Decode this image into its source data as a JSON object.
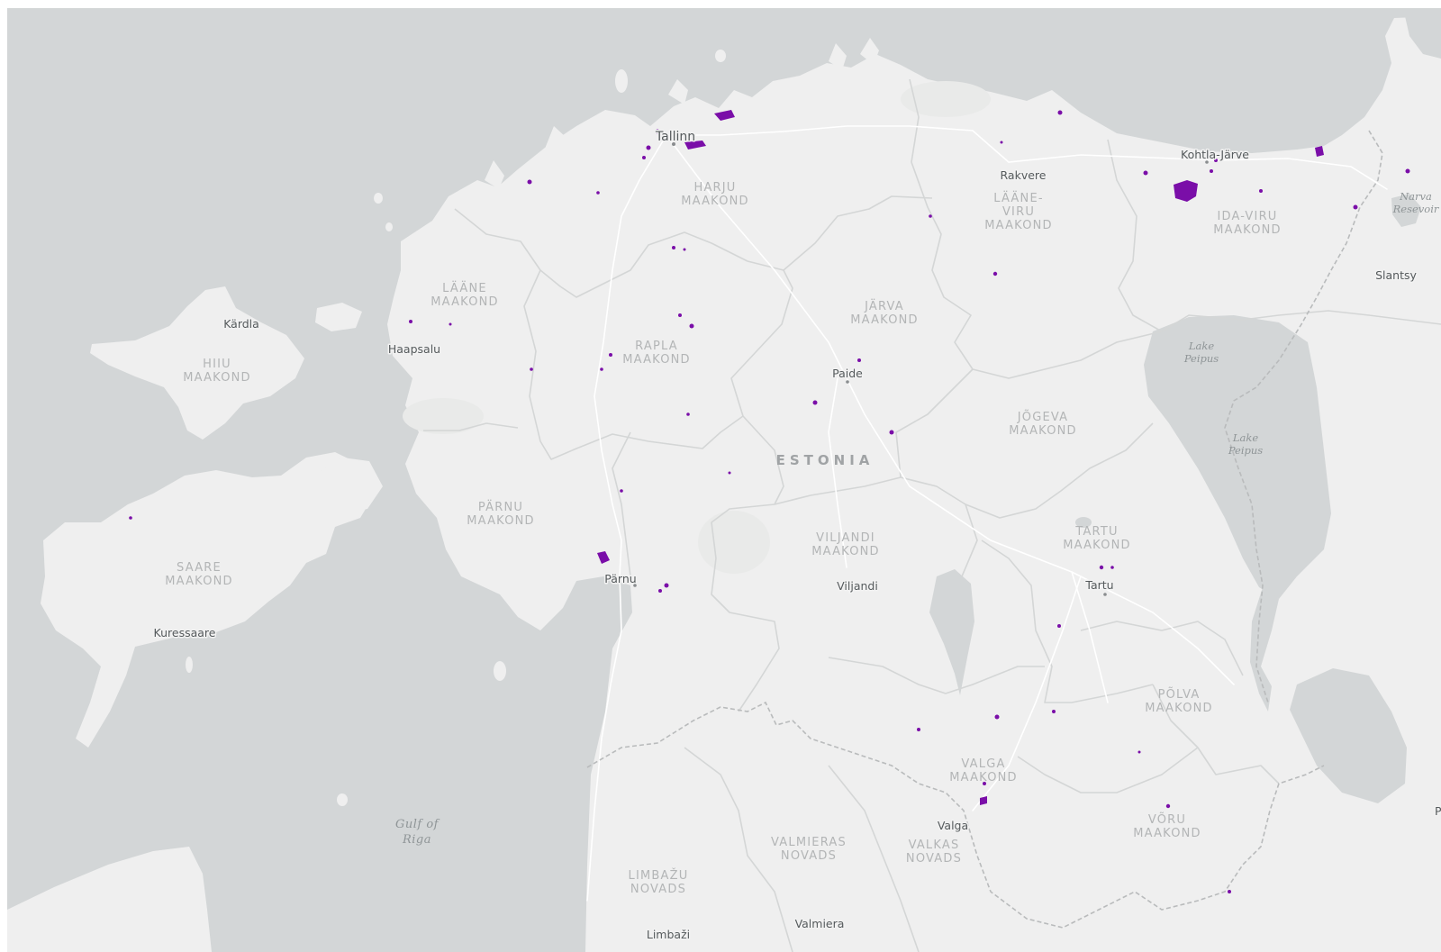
{
  "map": {
    "colors": {
      "water": "#d3d6d7",
      "land": "#efefef",
      "land_dark": "#e9eae9",
      "boundary": "#d4d6d6",
      "road": "#ffffff",
      "national_border": "#b9bbbc",
      "feature": "#7a0ea8"
    },
    "labels": {
      "counties": {
        "harju": [
          "HARJU",
          "MAAKOND"
        ],
        "laane_viru": [
          "LÄÄNE-",
          "VIRU",
          "MAAKOND"
        ],
        "ida_viru": [
          "IDA-VIRU",
          "MAAKOND"
        ],
        "laane": [
          "LÄÄNE",
          "MAAKOND"
        ],
        "jarva": [
          "JÄRVA",
          "MAAKOND"
        ],
        "rapla": [
          "RAPLA",
          "MAAKOND"
        ],
        "hiiu": [
          "HIIU",
          "MAAKOND"
        ],
        "jogeva": [
          "JÕGEVA",
          "MAAKOND"
        ],
        "parnu": [
          "PÄRNU",
          "MAAKOND"
        ],
        "saare": [
          "SAARE",
          "MAAKOND"
        ],
        "viljandi": [
          "VILJANDI",
          "MAAKOND"
        ],
        "tartu": [
          "TARTU",
          "MAAKOND"
        ],
        "polva": [
          "PÕLVA",
          "MAAKOND"
        ],
        "valga": [
          "VALGA",
          "MAAKOND"
        ],
        "voru": [
          "VÕRU",
          "MAAKOND"
        ],
        "valmieras": [
          "VALMIERAS",
          "NOVADS"
        ],
        "valkas": [
          "VALKAS",
          "NOVADS"
        ],
        "limbazu": [
          "LIMBAŽU",
          "NOVADS"
        ]
      },
      "cities": {
        "tallinn": "Tallinn",
        "kohtla_jarve": "Kohtla-Järve",
        "rakvere": "Rakvere",
        "slantsy": "Slantsy",
        "kardla": "Kärdla",
        "haapsalu": "Haapsalu",
        "paide": "Paide",
        "parnu": "Pärnu",
        "viljandi": "Viljandi",
        "tartu": "Tartu",
        "kuressaare": "Kuressaare",
        "valga": "Valga",
        "valmiera": "Valmiera",
        "limbazi": "Limbaži",
        "edge_p": "P"
      },
      "country": "ESTONIA",
      "water": {
        "peipus_1": [
          "Lake",
          "Peipus"
        ],
        "peipus_2": [
          "Lake",
          "Peipus"
        ],
        "narva": [
          "Narva",
          "Resevoir"
        ],
        "gulf_riga": [
          "Gulf of",
          "Riga"
        ]
      }
    }
  }
}
